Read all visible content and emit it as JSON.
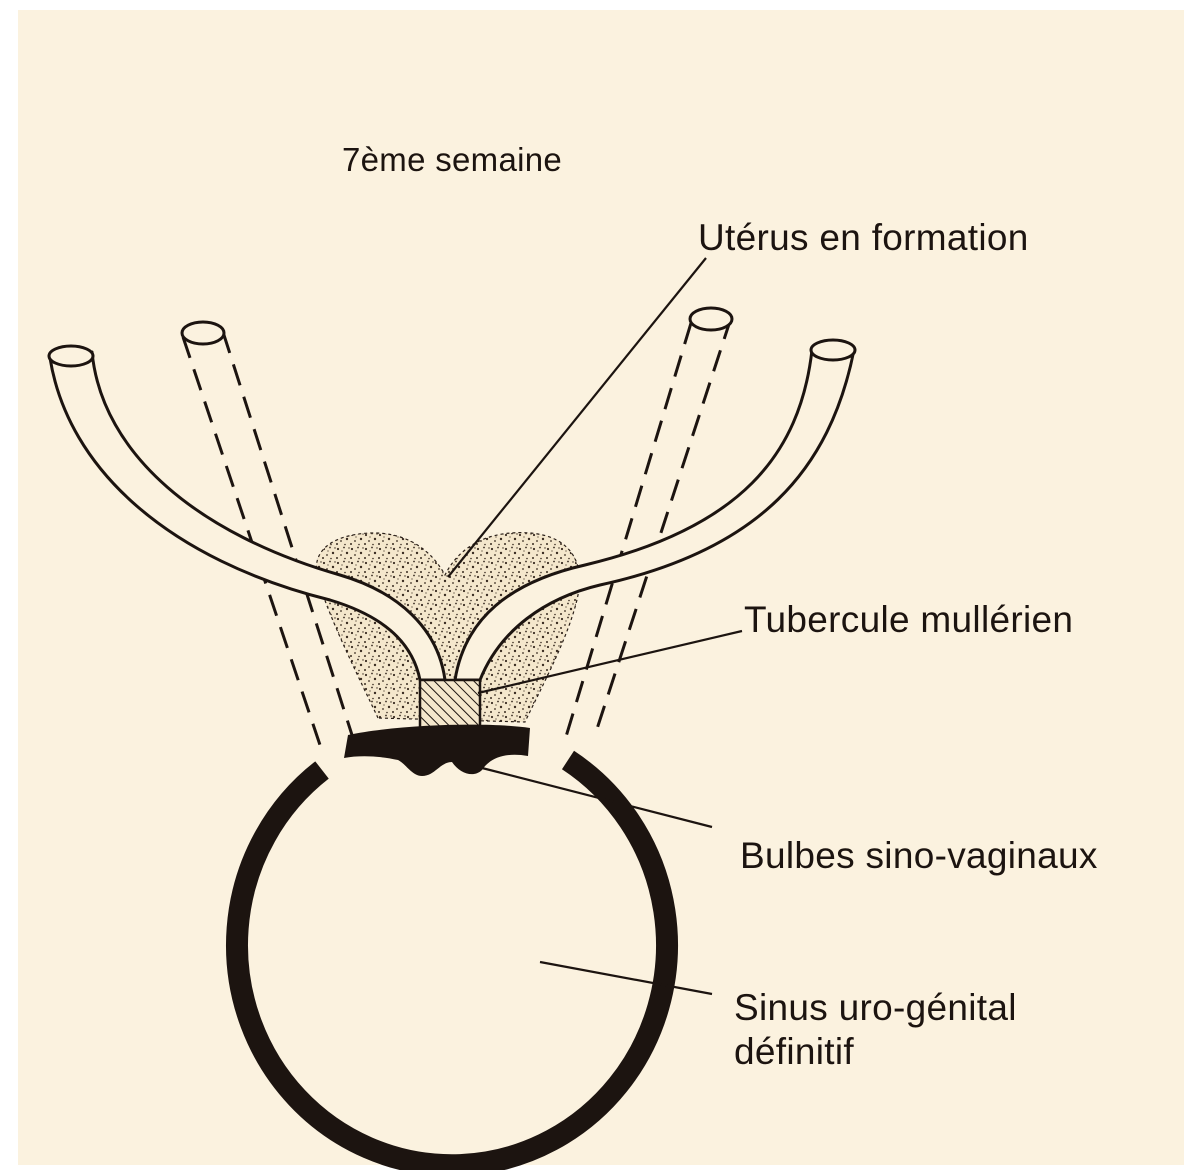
{
  "figure": {
    "title": "7ème semaine",
    "labels": {
      "uterus": "Utérus en formation",
      "tubercle": "Tubercule mullérien",
      "bulbs": "Bulbes sino-vaginaux",
      "sinus_line1": "Sinus uro-génital",
      "sinus_line2": "définitif"
    }
  },
  "colors": {
    "paper": "#fbf2df",
    "ink": "#1c1410"
  }
}
